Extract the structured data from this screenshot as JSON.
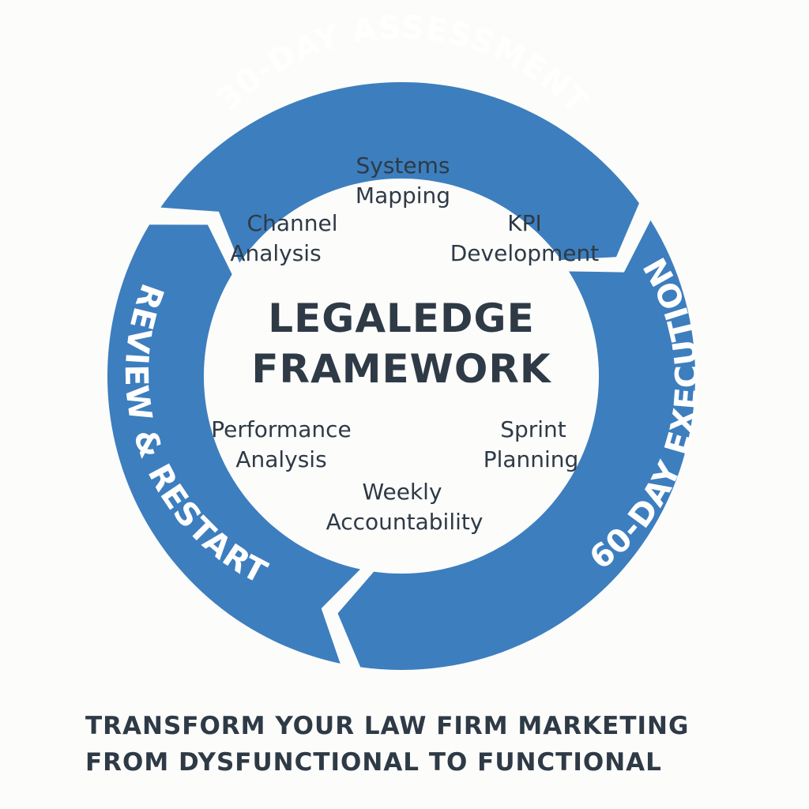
{
  "phases": [
    {
      "label": "30-DAY ASSESSMENT",
      "color": "#3d7ebe"
    },
    {
      "label": "60-DAY EXECUTION",
      "color": "#3d7ebe"
    },
    {
      "label": "REVIEW & RESTART",
      "color": "#3d7ebe"
    }
  ],
  "center": {
    "title_line1": "LEGALEDGE",
    "title_line2": "FRAMEWORK"
  },
  "activities": {
    "systems_mapping": [
      "Systems",
      "Mapping"
    ],
    "channel_analysis": [
      "Channel",
      "Analysis"
    ],
    "kpi_development": [
      "KPI",
      "Development"
    ],
    "performance_analysis": [
      "Performance",
      "Analysis"
    ],
    "sprint_planning": [
      "Sprint",
      "Planning"
    ],
    "weekly_accountability": [
      "Weekly",
      "Accountability"
    ]
  },
  "tagline": {
    "line1": "TRANSFORM YOUR LAW FIRM MARKETING",
    "line2": "FROM DYSFUNCTIONAL TO FUNCTIONAL"
  }
}
